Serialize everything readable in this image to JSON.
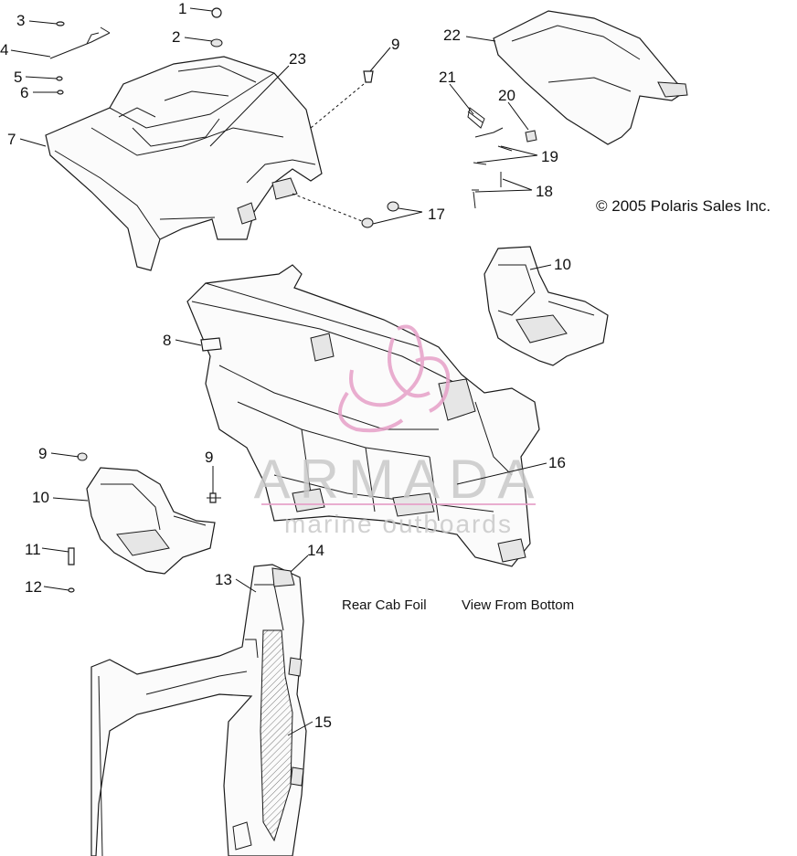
{
  "callouts": {
    "c1": "1",
    "c2": "2",
    "c3": "3",
    "c4": "4",
    "c5": "5",
    "c6": "6",
    "c7": "7",
    "c8": "8",
    "c9a": "9",
    "c9b": "9",
    "c9c": "9",
    "c10a": "10",
    "c10b": "10",
    "c11": "11",
    "c12": "12",
    "c13": "13",
    "c14": "14",
    "c15": "15",
    "c16": "16",
    "c17": "17",
    "c18": "18",
    "c19": "19",
    "c20": "20",
    "c21": "21",
    "c22": "22",
    "c23": "23"
  },
  "caption": {
    "left": "Rear Cab Foil",
    "right": "View From Bottom"
  },
  "copyright": "© 2005 Polaris Sales Inc.",
  "watermark": {
    "brand": "ARMADA",
    "tagline": "marine outboards",
    "brand_color": "#c8c8c8",
    "logo_color": "#e6a0c8"
  }
}
